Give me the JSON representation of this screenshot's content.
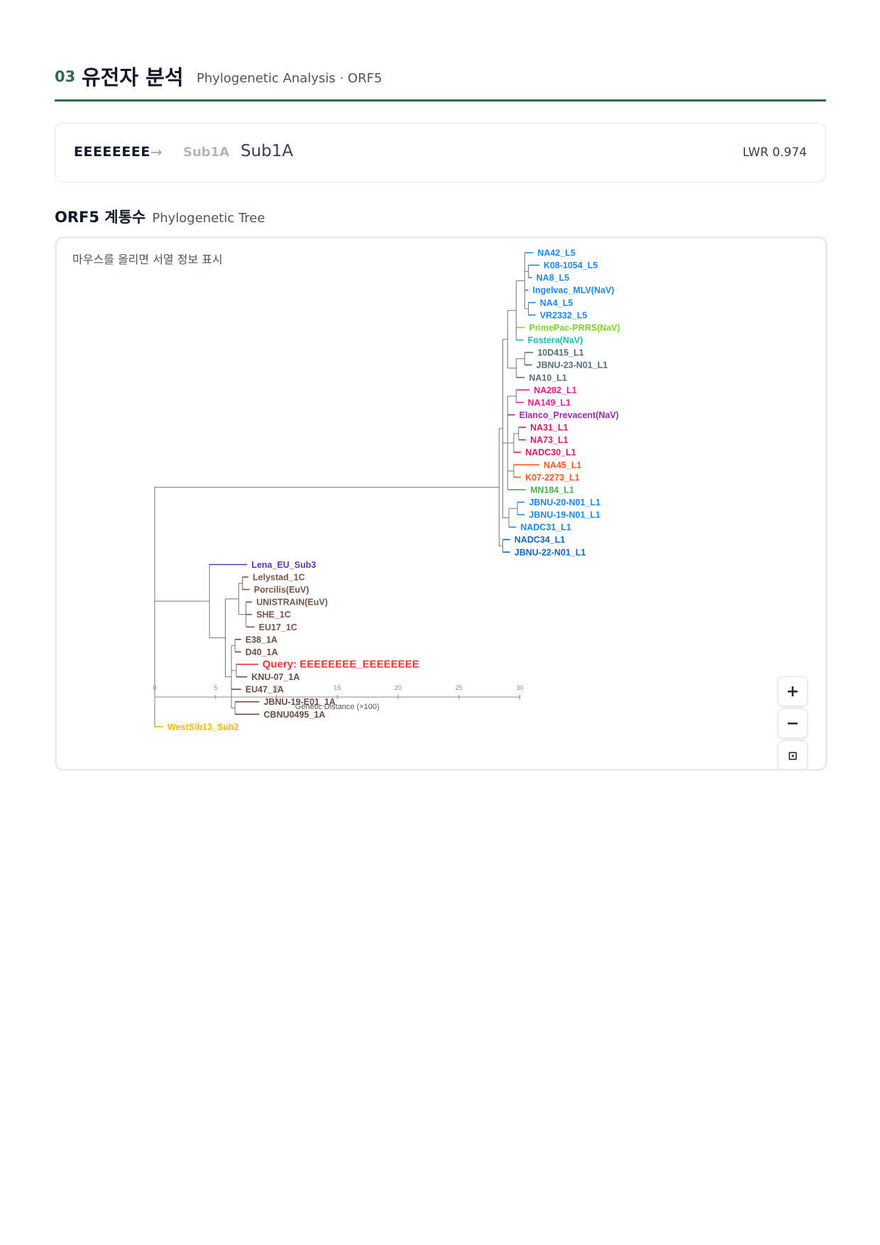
{
  "header": {
    "number": "03",
    "title": "유전자 분석",
    "subtitle": "Phylogenetic Analysis · ORF5"
  },
  "result_card": {
    "sample_name": "EEEEEEEE",
    "arrow": "→",
    "predicted_label": "Sub1A",
    "final_label": "Sub1A",
    "lwr": "LWR 0.974"
  },
  "tree_section": {
    "title": "ORF5 계통수",
    "subtitle": "Phylogenetic Tree",
    "hover_hint": "마우스를 올리면 서열 정보 표시",
    "axis_label": "Genetic Distance (×100)",
    "axis_ticks": [
      0,
      5,
      10,
      15,
      20,
      25,
      30
    ],
    "zoom_in": "+",
    "zoom_out": "−",
    "reset": "⊡"
  },
  "tree": {
    "children": [
      {
        "children": [
          {
            "children": [
              {
                "children": [
                  {
                    "children": [
                      {
                        "children": [
                          {
                            "children": [
                              {
                                "name": "NA42_L5",
                                "color": "#1e88e5",
                                "d": 0.7
                              },
                              {
                                "children": [
                                  {
                                    "name": "K08-1054_L5",
                                    "color": "#1e88e5",
                                    "d": 0.9
                                  },
                                  {
                                    "name": "NA8_L5",
                                    "color": "#1e88e5",
                                    "d": 0.3
                                  }
                                ],
                                "d": 0.3
                              },
                              {
                                "name": "Ingelvac_MLV(NaV)",
                                "color": "#1e88e5",
                                "d": 0.3
                              },
                              {
                                "children": [
                                  {
                                    "name": "NA4_L5",
                                    "color": "#1e88e5",
                                    "d": 0.6
                                  },
                                  {
                                    "name": "VR2332_L5",
                                    "color": "#1e88e5",
                                    "d": 0.6
                                  }
                                ],
                                "d": 0.3
                              }
                            ],
                            "d": 0.7
                          },
                          {
                            "name": "PrimePac-PRRS(NaV)",
                            "color": "#7ed321",
                            "d": 0.7
                          },
                          {
                            "name": "Fostera(NaV)",
                            "color": "#17bebb",
                            "d": 0.6
                          }
                        ],
                        "d": 0.7
                      },
                      {
                        "children": [
                          {
                            "children": [
                              {
                                "name": "10D415_L1",
                                "color": "#546e7a",
                                "d": 0.7
                              },
                              {
                                "name": "JBNU-23-N01_L1",
                                "color": "#546e7a",
                                "d": 0.6
                              }
                            ],
                            "d": 0.7
                          },
                          {
                            "name": "NA10_L1",
                            "color": "#546e7a",
                            "d": 0.7
                          }
                        ],
                        "d": 0.7
                      }
                    ],
                    "d": 0.4
                  },
                  {
                    "children": [
                      {
                        "children": [
                          {
                            "name": "NA282_L1",
                            "color": "#e91e8c",
                            "d": 1.1
                          },
                          {
                            "name": "NA149_L1",
                            "color": "#e91e8c",
                            "d": 0.6
                          }
                        ],
                        "d": 0.7
                      },
                      {
                        "name": "Elanco_Prevacent(NaV)",
                        "color": "#9c27b0",
                        "d": 0.6
                      },
                      {
                        "children": [
                          {
                            "children": [
                              {
                                "name": "NA31_L1",
                                "color": "#d81b60",
                                "d": 0.6
                              },
                              {
                                "name": "NA73_L1",
                                "color": "#d81b60",
                                "d": 0.6
                              }
                            ],
                            "d": 0.4
                          },
                          {
                            "name": "NADC30_L1",
                            "color": "#d81b60",
                            "d": 0.6
                          }
                        ],
                        "d": 0.5
                      },
                      {
                        "children": [
                          {
                            "name": "NA45_L1",
                            "color": "#ff5722",
                            "d": 2.1
                          },
                          {
                            "name": "K07-2273_L1",
                            "color": "#ff5722",
                            "d": 0.6
                          }
                        ],
                        "d": 0.5
                      },
                      {
                        "name": "MN184_L1",
                        "color": "#4caf50",
                        "d": 1.5
                      }
                    ],
                    "d": 0.4
                  },
                  {
                    "children": [
                      {
                        "children": [
                          {
                            "name": "JBNU-20-N01_L1",
                            "color": "#1e88e5",
                            "d": 0.6
                          },
                          {
                            "name": "JBNU-19-N01_L1",
                            "color": "#1e88e5",
                            "d": 0.6
                          }
                        ],
                        "d": 0.7
                      },
                      {
                        "name": "NADC31_L1",
                        "color": "#1e88e5",
                        "d": 0.6
                      }
                    ],
                    "d": 0.5
                  }
                ],
                "d": 0.3
              },
              {
                "children": [
                  {
                    "name": "NADC34_L1",
                    "color": "#1565c0",
                    "d": 0.6
                  },
                  {
                    "name": "JBNU-22-N01_L1",
                    "color": "#1565c0",
                    "d": 0.6
                  }
                ],
                "d": 0.3
              }
            ],
            "d": 28.3
          },
          {
            "children": [
              {
                "children": [
                  {
                    "name": "Lena_EU_Sub3",
                    "color": "#5e35b1",
                    "d": 3.1
                  },
                  {
                    "children": [
                      {
                        "children": [
                          {
                            "children": [
                              {
                                "name": "Lelystad_1C",
                                "color": "#795548",
                                "d": 0.5
                              },
                              {
                                "name": "Porcilis(EuV)",
                                "color": "#795548",
                                "d": 0.6
                              }
                            ],
                            "d": 0.3
                          },
                          {
                            "children": [
                              {
                                "name": "UNISTRAIN(EuV)",
                                "color": "#795548",
                                "d": 0.5
                              },
                              {
                                "name": "SHE_1C",
                                "color": "#795548",
                                "d": 0.5
                              },
                              {
                                "name": "EU17_1C",
                                "color": "#795548",
                                "d": 0.7
                              }
                            ],
                            "d": 0.6
                          }
                        ],
                        "d": 1.1
                      },
                      {
                        "children": [
                          {
                            "children": [
                              {
                                "name": "E38_1A",
                                "color": "#6d4c41",
                                "d": 0.5
                              },
                              {
                                "name": "D40_1A",
                                "color": "#6d4c41",
                                "d": 0.5
                              }
                            ],
                            "d": 0.3
                          },
                          {
                            "children": [
                              {
                                "name": "Query: EEEEEEEE_EEEEEEEE",
                                "color": "#e53935",
                                "d": 1.8,
                                "query": true
                              },
                              {
                                "name": "KNU-07_1A",
                                "color": "#6d4c41",
                                "d": 0.9
                              }
                            ],
                            "d": 0.4
                          },
                          {
                            "name": "EU47_1A",
                            "color": "#6d4c41",
                            "d": 0.8
                          },
                          {
                            "children": [
                              {
                                "name": "JBNU-19-E01_1A",
                                "color": "#6d4c41",
                                "d": 2.0
                              },
                              {
                                "name": "CBNU0495_1A",
                                "color": "#6d4c41",
                                "d": 2.0
                              }
                            ],
                            "d": 0.3
                          }
                        ],
                        "d": 0.5
                      }
                    ],
                    "d": 1.3
                  }
                ],
                "d": 4.5
              },
              {
                "name": "WestSib13_Sub2",
                "color": "#f5b800",
                "d": 0.7
              }
            ],
            "d": 0.0
          }
        ],
        "d": 0
      }
    ]
  }
}
